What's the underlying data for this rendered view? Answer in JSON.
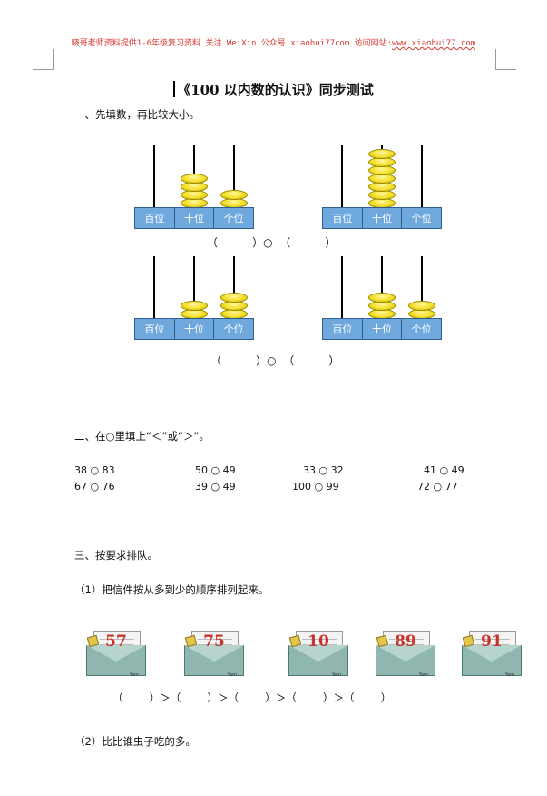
{
  "header": {
    "promo_text": "晓哥老师资料提供1-6年级复习资料 关注 WeiXin 公众号:xiaohui77com  访问网站:",
    "url": "www.xiaohui77.com"
  },
  "title": "《100 以内数的认识》同步测试",
  "section1": {
    "heading": "一、先填数，再比较大小。",
    "place_labels": [
      "百位",
      "十位",
      "个位"
    ],
    "abacuses": [
      {
        "hundreds": 0,
        "tens": 4,
        "ones": 2
      },
      {
        "hundreds": 0,
        "tens": 7,
        "ones": 0
      },
      {
        "hundreds": 0,
        "tens": 2,
        "ones": 3
      },
      {
        "hundreds": 0,
        "tens": 3,
        "ones": 2
      }
    ],
    "compare_row_1": "（          ）○  （          ）",
    "compare_row_2": "（          ）○  （          ）"
  },
  "section2": {
    "heading": "二、在○里填上“＜”或“＞”。",
    "row1": [
      "38 ○ 83",
      "50 ○ 49",
      "33 ○ 32",
      "41 ○ 49"
    ],
    "row2": [
      "67 ○ 76",
      "39 ○ 49",
      "100 ○ 99",
      "72 ○ 77"
    ]
  },
  "section3": {
    "heading": "三、按要求排队。",
    "part1": "（1）把信件按从多到少的顺序排列起来。",
    "envelopes": [
      "57",
      "75",
      "10",
      "89",
      "91"
    ],
    "envelope_tag": "Yam",
    "order_line": "（        ）＞（        ）＞（        ）＞（        ）＞（        ）",
    "part2": "（2）比比谁虫子吃的多。"
  }
}
